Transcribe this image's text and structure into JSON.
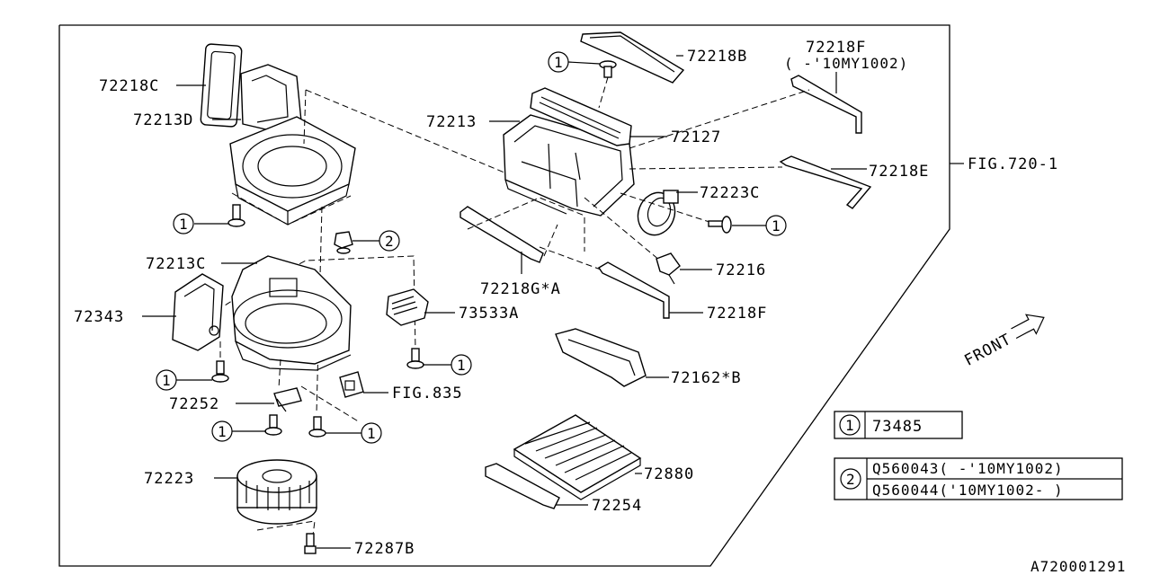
{
  "diagram_id": "A720001291",
  "frame_ref": "FIG.720-1",
  "front_label": "FRONT",
  "circle_1": "1",
  "circle_2": "2",
  "parts": {
    "p72218C": "72218C",
    "p72213D": "72213D",
    "p72213C": "72213C",
    "p72343": "72343",
    "p72252": "72252",
    "p72223": "72223",
    "p72287B": "72287B",
    "p73533A": "73533A",
    "pFIG835": "FIG.835",
    "p72218B": "72218B",
    "p72218F_top": "72218F",
    "p72218F_top_note": "( -'10MY1002)",
    "p72213": "72213",
    "p72127": "72127",
    "p72218E": "72218E",
    "p72223C": "72223C",
    "p72216": "72216",
    "p72218G": "72218G*A",
    "p72218F": "72218F",
    "p72162": "72162*B",
    "p72880": "72880",
    "p72254": "72254"
  },
  "legend": {
    "row1_num": "1",
    "row1_part": "73485",
    "row2_num": "2",
    "row2_part_a": "Q560043( -'10MY1002)",
    "row2_part_b": "Q560044('10MY1002- )"
  }
}
